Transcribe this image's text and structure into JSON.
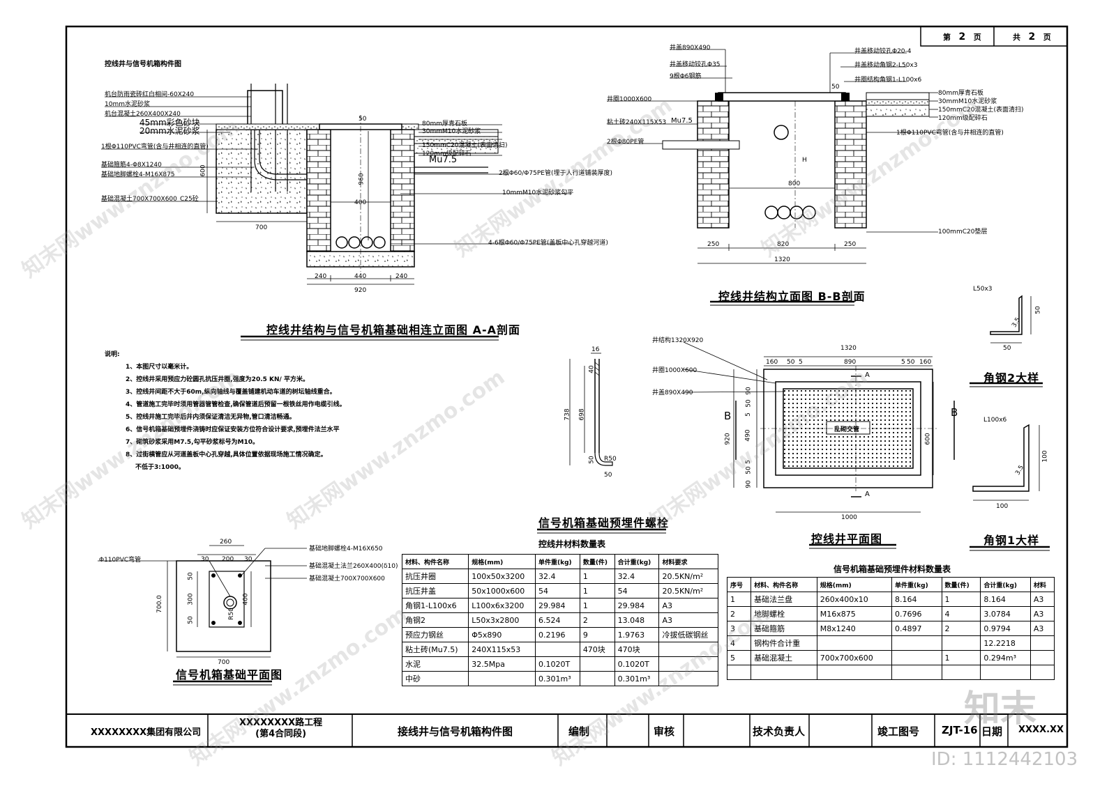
{
  "page": {
    "page_label": "第",
    "page_no": "2",
    "page_unit": "页",
    "total_label": "共",
    "total_no": "2",
    "total_unit": "页"
  },
  "a_section": {
    "heading": "控线井与信号机箱构件图",
    "title": "控线井结构与信号机箱基础相连立面图  A-A剖面",
    "labels_left": [
      "机台防雨瓷砖红白相间-60X240",
      "10mm水泥砂浆",
      "机台混凝土260X400X240",
      "45mm彩色砂块",
      "20mm水泥砂浆",
      "1根Φ110PVC弯管(含与井相连的直管)",
      "基础箍筋4-Φ8X1240",
      "基础地脚螺栓4-M16X875",
      "基础混凝土700X700X600",
      "C25砼"
    ],
    "labels_right": [
      "80mm厚青石板",
      "30mmM10水泥砂浆",
      "150mmC20混凝土(表面清扫)",
      "120mm级配碎石",
      "Mu7.5",
      "2根Φ60/Φ75PE管(埋于人行道铺装厚度)",
      "10mmM10水泥砂浆勾平",
      "4-6根Φ60/Φ75PE管(盖板中心孔穿越河道)"
    ],
    "dims": [
      "50",
      "960",
      "400",
      "600",
      "700",
      "240",
      "440",
      "240",
      "920"
    ]
  },
  "b_section": {
    "title": "控线井结构立面图  B-B剖面",
    "labels_left": [
      "井盖890X490",
      "井盖移动铰孔Φ35",
      "9根Φ6钢筋",
      "井圈1000X600",
      "粘土砖240X115X53",
      "Mu7.5",
      "2根Φ80PE管"
    ],
    "labels_right": [
      "井盖移动铰孔Φ20-4",
      "井盖移动角钢2-L50x3",
      "井圈结构角钢1-L100x6",
      "80mm厚青石板",
      "30mmM10水泥砂浆",
      "150mmC20混凝土(表面清扫)",
      "120mm级配碎石",
      "1根Φ110PVC弯管(含与井相连的直管)",
      "100mmC20垫层"
    ],
    "dims": [
      "50",
      "H",
      "800",
      "250",
      "820",
      "250",
      "1320"
    ]
  },
  "notes": {
    "header": "说明:",
    "items": [
      "1、本图尺寸以毫米计。",
      "2、控线井采用预应力砼圆孔抗压井圈,强度为20.5 KN/ 平方米。",
      "3、控线井间距不大于60m,纵向轴线与覆盖铺建机动车道的树坛轴线重合。",
      "4、管道施工完毕时须用管器管管检查,确保管道后预留一根铁丝用作电缆引线。",
      "5、控线井施工完毕后井内须保证清洁无异物,管口清洁畅通。",
      "6、信号机箱基础预埋件浇铸时应保证安装方位符合设计要求,预埋件法兰水平",
      "7、砌筑砂浆采用M7.5,勾平砂浆标号为M10。",
      "8、过街横管应从河道盖板中心孔穿越,具体位置依据现场施工情况确定。",
      "不低于3:1000。"
    ]
  },
  "bolt": {
    "title": "信号机箱基础预埋件螺栓",
    "dims": [
      "16",
      "40",
      "738",
      "698",
      "50",
      "R50",
      "50"
    ]
  },
  "plan": {
    "title": "控线井平面图",
    "labels": [
      "井结构1320X920",
      "井圈1000X600",
      "井盖890X490",
      "乱砌交管"
    ],
    "top_dims": [
      "1320",
      "160",
      "50",
      "5",
      "890",
      "5",
      "50",
      "160"
    ],
    "side_dims": [
      "90",
      "50",
      "5",
      "490",
      "5",
      "50",
      "90",
      "920",
      "600"
    ],
    "bottom_dim": "1000",
    "section_marks": [
      "A",
      "A",
      "B",
      "B"
    ]
  },
  "angle2": {
    "title": "角钢2大样",
    "spec": "L50x3",
    "dims": [
      "50",
      "3.5",
      "50"
    ]
  },
  "angle1": {
    "title": "角钢1大样",
    "spec": "L100x6",
    "dims": [
      "100",
      "3.5",
      "100"
    ]
  },
  "foundation_plan": {
    "title": "信号机箱基础平面图",
    "labels": [
      "Φ110PVC弯管",
      "基础地脚螺栓4-M16X650",
      "基础混凝土法兰260X400(δ10)",
      "基础混凝土700X700X600"
    ],
    "dims": [
      "260",
      "30",
      "200",
      "30",
      "700.0",
      "50",
      "300",
      "50",
      "400",
      "R50",
      "700"
    ]
  },
  "well_table": {
    "caption": "控线井材料数量表",
    "headers": [
      "材料、构件名称",
      "规格(mm)",
      "单件重(kg)",
      "数量(件)",
      "合计重(kg)",
      "材料要求"
    ],
    "rows": [
      [
        "抗压井圈",
        "100x50x3200",
        "32.4",
        "1",
        "32.4",
        "20.5KN/m²"
      ],
      [
        "抗压井盖",
        "50x1000x600",
        "54",
        "1",
        "54",
        "20.5KN/m²"
      ],
      [
        "角钢1-L100x6",
        "L100x6x3200",
        "29.984",
        "1",
        "29.984",
        "A3"
      ],
      [
        "角钢2",
        "L50x3x2800",
        "6.524",
        "2",
        "13.048",
        "A3"
      ],
      [
        "预应力钢丝",
        "Φ5x890",
        "0.2196",
        "9",
        "1.9763",
        "冷拔低碳钢丝"
      ],
      [
        "粘土砖(Mu7.5)",
        "240X115x53",
        "",
        "470块",
        "470块",
        ""
      ],
      [
        "水泥",
        "32.5Mpa",
        "0.1020T",
        "",
        "0.1020T",
        ""
      ],
      [
        "中砂",
        "",
        "0.301m³",
        "",
        "0.301m³",
        ""
      ]
    ]
  },
  "signal_table": {
    "caption": "信号机箱基础预埋件材料数量表",
    "headers": [
      "序号",
      "材料、构件名称",
      "规格(mm)",
      "单件重(kg)",
      "数量(件)",
      "合计重(kg)",
      "材料"
    ],
    "rows": [
      [
        "1",
        "基础法兰盘",
        "260x400x10",
        "8.164",
        "1",
        "8.164",
        "A3"
      ],
      [
        "2",
        "地脚螺栓",
        "M16x875",
        "0.7696",
        "4",
        "3.0784",
        "A3"
      ],
      [
        "3",
        "基础箍筋",
        "M8x1240",
        "0.4897",
        "2",
        "0.9794",
        "A3"
      ],
      [
        "4",
        "钢构件合计重",
        "",
        "",
        "",
        "12.2218",
        ""
      ],
      [
        "5",
        "基础混凝土",
        "700x700x600",
        "",
        "1",
        "0.294m³",
        ""
      ]
    ]
  },
  "title_block": {
    "company": "XXXXXXXX集团有限公司",
    "project_line1": "XXXXXXXX路工程",
    "project_line2": "(第4合同段)",
    "drawing_name": "接线井与信号机箱构件图",
    "compile": "编制",
    "review": "审核",
    "tech_lead": "技术负责人",
    "as_built": "竣工图号",
    "drawing_no": "ZJT-16",
    "date_label": "日期",
    "date_value": "XXXX.XX"
  },
  "watermark": {
    "brand": "知末",
    "site": "知末网www.znzmo.com",
    "id": "ID: 1112442103"
  }
}
